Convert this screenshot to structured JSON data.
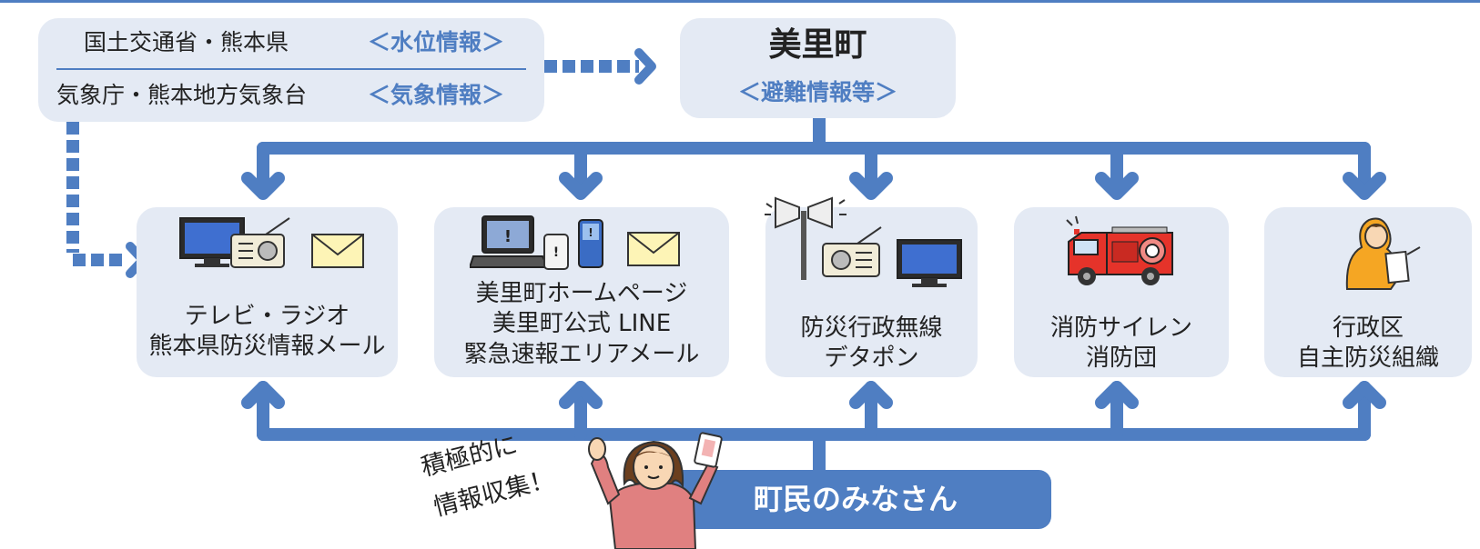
{
  "sources": {
    "row1_name": "国土交通省・熊本県",
    "row1_info": "＜水位情報＞",
    "row2_name": "気象庁・熊本地方気象台",
    "row2_info": "＜気象情報＞"
  },
  "town": {
    "name": "美里町",
    "info": "＜避難情報等＞"
  },
  "channels": [
    {
      "line1": "テレビ・ラジオ",
      "line2": "熊本県防災情報メール",
      "line3": ""
    },
    {
      "line1": "美里町ホームページ",
      "line2": "美里町公式 LINE",
      "line3": "緊急速報エリアメール"
    },
    {
      "line1": "防災行政無線",
      "line2": "デタポン",
      "line3": ""
    },
    {
      "line1": "消防サイレン",
      "line2": "消防団",
      "line3": ""
    },
    {
      "line1": "行政区",
      "line2": "自主防災組織",
      "line3": ""
    }
  ],
  "residents": {
    "label": "町民のみなさん",
    "callout_line1": "積極的に",
    "callout_line2": "情報収集！"
  },
  "colors": {
    "accent": "#4f7ec2",
    "box_fill": "#e4eaf4"
  }
}
